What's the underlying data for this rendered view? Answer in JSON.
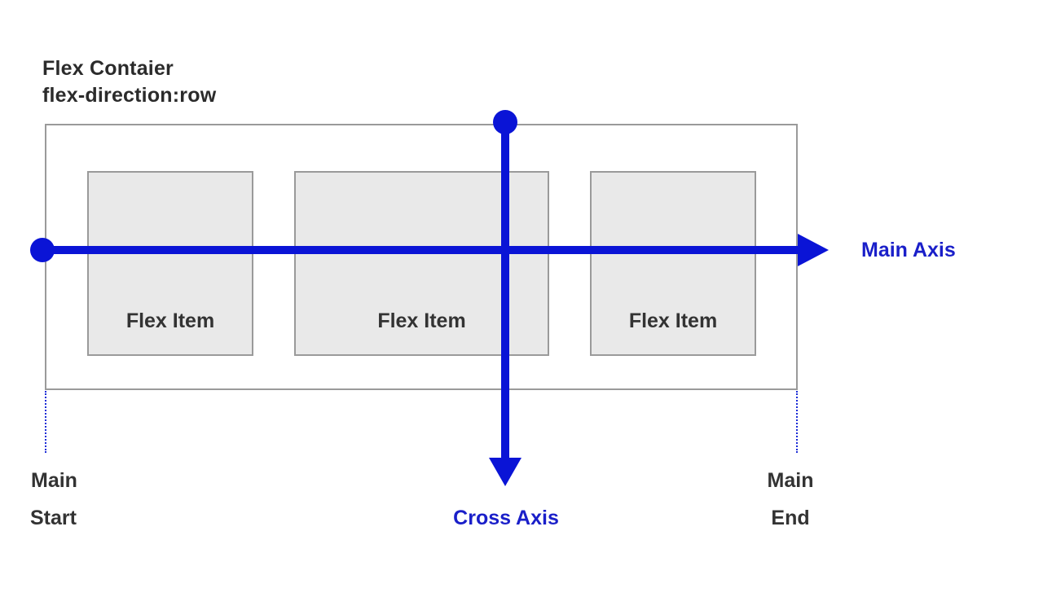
{
  "title": {
    "line1": "Flex Contaier",
    "line2": "flex-direction:row"
  },
  "items": [
    {
      "label": "Flex Item"
    },
    {
      "label": "Flex Item"
    },
    {
      "label": "Flex Item"
    }
  ],
  "axes": {
    "main_axis_label": "Main Axis",
    "cross_axis_label": "Cross Axis",
    "color": "#0a14d6"
  },
  "markers": {
    "main_start_line1": "Main",
    "main_start_line2": "Start",
    "main_end_line1": "Main",
    "main_end_line2": "End"
  }
}
